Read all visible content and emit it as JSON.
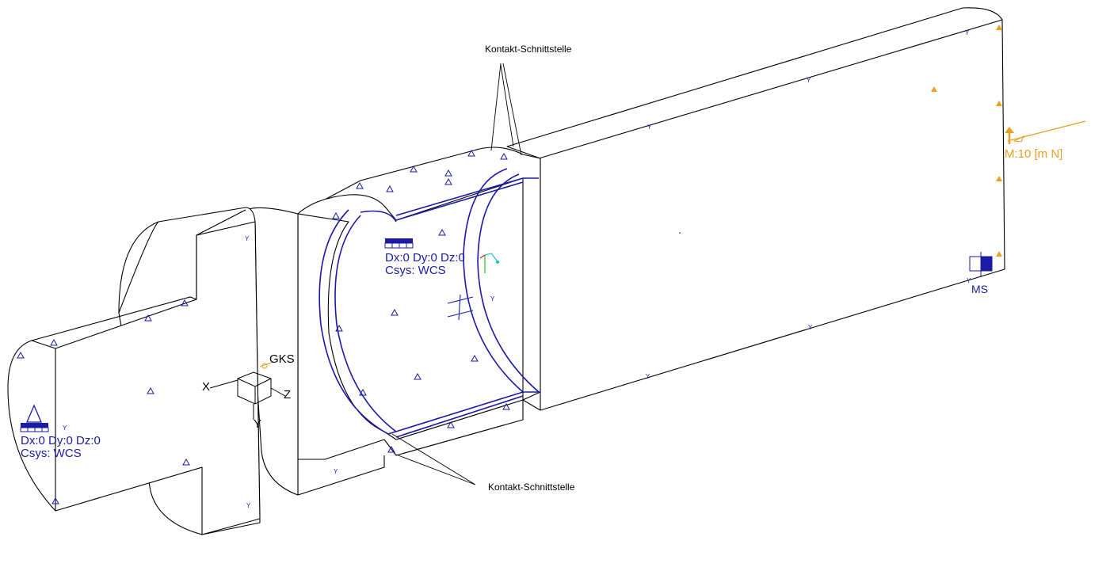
{
  "callouts": {
    "top": "Kontakt-Schnittstelle",
    "bottom": "Kontakt-Schnittstelle"
  },
  "constraints": {
    "left": {
      "line1": "Dx:0 Dy:0 Dz:0",
      "line2": "Csys: WCS"
    },
    "middle": {
      "line1": "Dx:0 Dy:0 Dz:0",
      "line2": "Csys: WCS"
    }
  },
  "coordinate_system": {
    "name": "GKS",
    "x": "X",
    "y": "Y",
    "z": "Z"
  },
  "load": {
    "label": "M:10 [m N]"
  },
  "marker": {
    "label": "MS"
  },
  "colors": {
    "constraint": "#1a1aa6",
    "load": "#e8a020",
    "edges": "#000000"
  }
}
